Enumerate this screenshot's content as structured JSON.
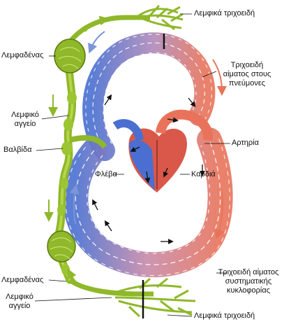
{
  "labels": {
    "lymph_capillaries_top": "Λεμφικά τριχοειδή",
    "lung_capillaries": [
      "Τριχοειδή",
      "αίματος στους",
      "πνεύμονες"
    ],
    "lymph_node_top": "Λεμφαδένας",
    "lymph_vessel_top": [
      "Λεμφικό",
      "αγγείο"
    ],
    "valve": "Βαλβίδα",
    "artery": "Αρτηρία",
    "vein": "Φλέβα",
    "heart": "Καρδιά",
    "systemic_capillaries": [
      "Τριχοειδή αίματος",
      "συστηματικής",
      "κυκλοφορίας"
    ],
    "lymph_node_bottom": "Λεμφαδένας",
    "lymph_vessel_bottom": [
      "Λεμφικό",
      "αγγείο"
    ],
    "lymph_capillaries_bottom": "Λεμφικά τριχοειδή"
  },
  "colors": {
    "oxygenated": "#e8735a",
    "deoxygenated": "#4a6fd0",
    "lymph": "#8fb82a",
    "lymph_dark": "#5a7a12",
    "arrow_dark": "#111111",
    "leader": "#111111"
  }
}
